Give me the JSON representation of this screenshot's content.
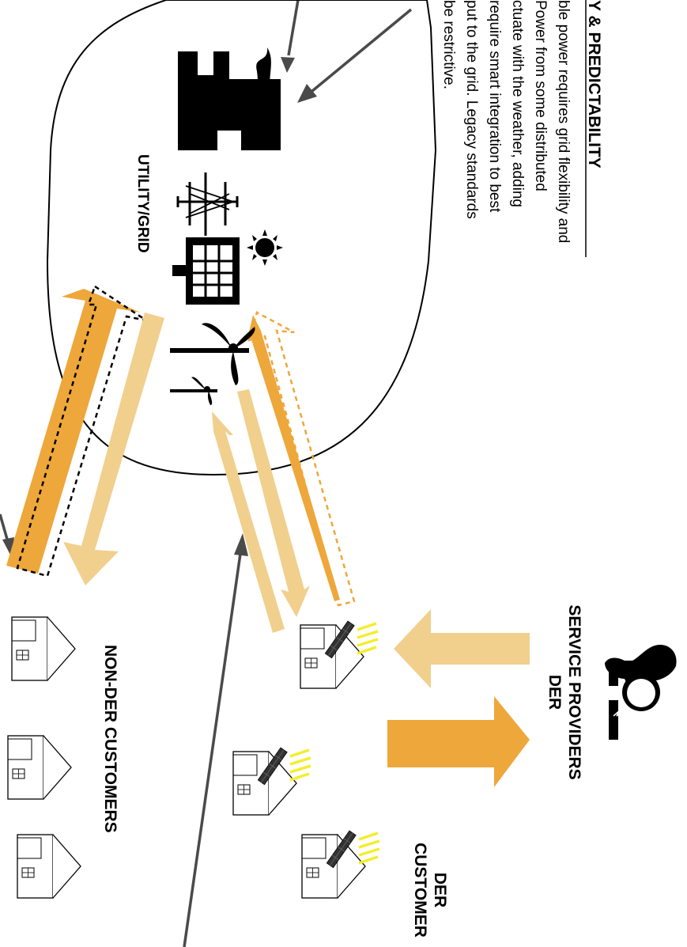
{
  "labels": {
    "section_title": "Y & PREDICTABILITY",
    "paragraph_lines": [
      "ble power requires grid flexibility and",
      "Power from some distributed",
      "ctuate with the weather, adding",
      "require smart integration to best",
      "put to the grid. Legacy standards",
      "be restrictive."
    ],
    "utility": "UTILITY/GRID",
    "service_providers_line1": "DER",
    "service_providers_line2": "SERVICE PROVIDERS",
    "der_customers_line1": "DER",
    "der_customers_line2": "CUSTOMER",
    "non_der_customers": "NON-DER CUSTOMERS"
  },
  "colors": {
    "strong_orange": "#eea73a",
    "light_orange": "#f1cf8d",
    "arrow_gray": "#4a4a4a",
    "outline": "#000000",
    "solar_yellow": "#f3ee2a"
  },
  "icons": [
    "power-plant-icon",
    "transmission-tower-icon",
    "sun-icon",
    "solar-panel-icon",
    "wind-turbine-icon",
    "technician-icon",
    "house-icon"
  ]
}
